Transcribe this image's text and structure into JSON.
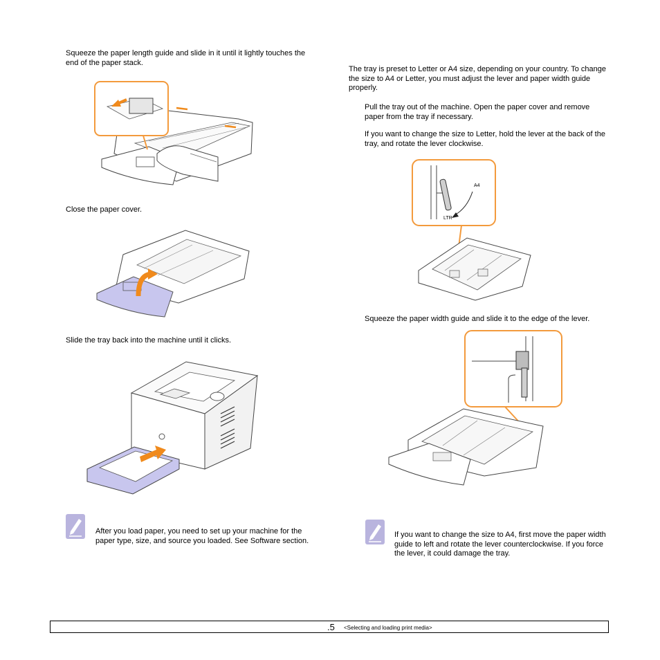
{
  "left": {
    "step_length_guide": "Squeeze the paper length guide and slide in it until it lightly touches the end of the paper stack.",
    "step_close_cover": "Close the paper cover.",
    "step_slide_tray": "Slide the tray back into the machine until it clicks.",
    "note": "After you load paper, you need to set up your machine for the paper type, size, and source you loaded. See Software section."
  },
  "right": {
    "intro": "The tray is preset to Letter or A4 size, depending on your country. To change the size to A4 or Letter, you must adjust the lever and paper width guide properly.",
    "step_pull_tray": "Pull the tray out of the machine. Open the paper cover and remove paper from the tray if necessary.",
    "step_letter": "If you want to change the size to Letter, hold the lever at the back of the tray, and rotate the lever clockwise.",
    "lever_label_a4": "A4",
    "lever_label_ltr": "LTR",
    "step_width_guide": "Squeeze the paper width guide and slide it to the edge of the lever.",
    "note": "If you want to change the size to A4, first move the paper width guide to left and rotate the lever counterclockwise. If you force the lever, it could damage the tray."
  },
  "footer": {
    "page_number": ".5",
    "section": "<Selecting and loading print media>"
  },
  "colors": {
    "callout_orange": "#F39A3C",
    "arrow_orange": "#F08A1C",
    "tray_lavender": "#C8C6EE",
    "note_icon": "#B9B4DE"
  }
}
